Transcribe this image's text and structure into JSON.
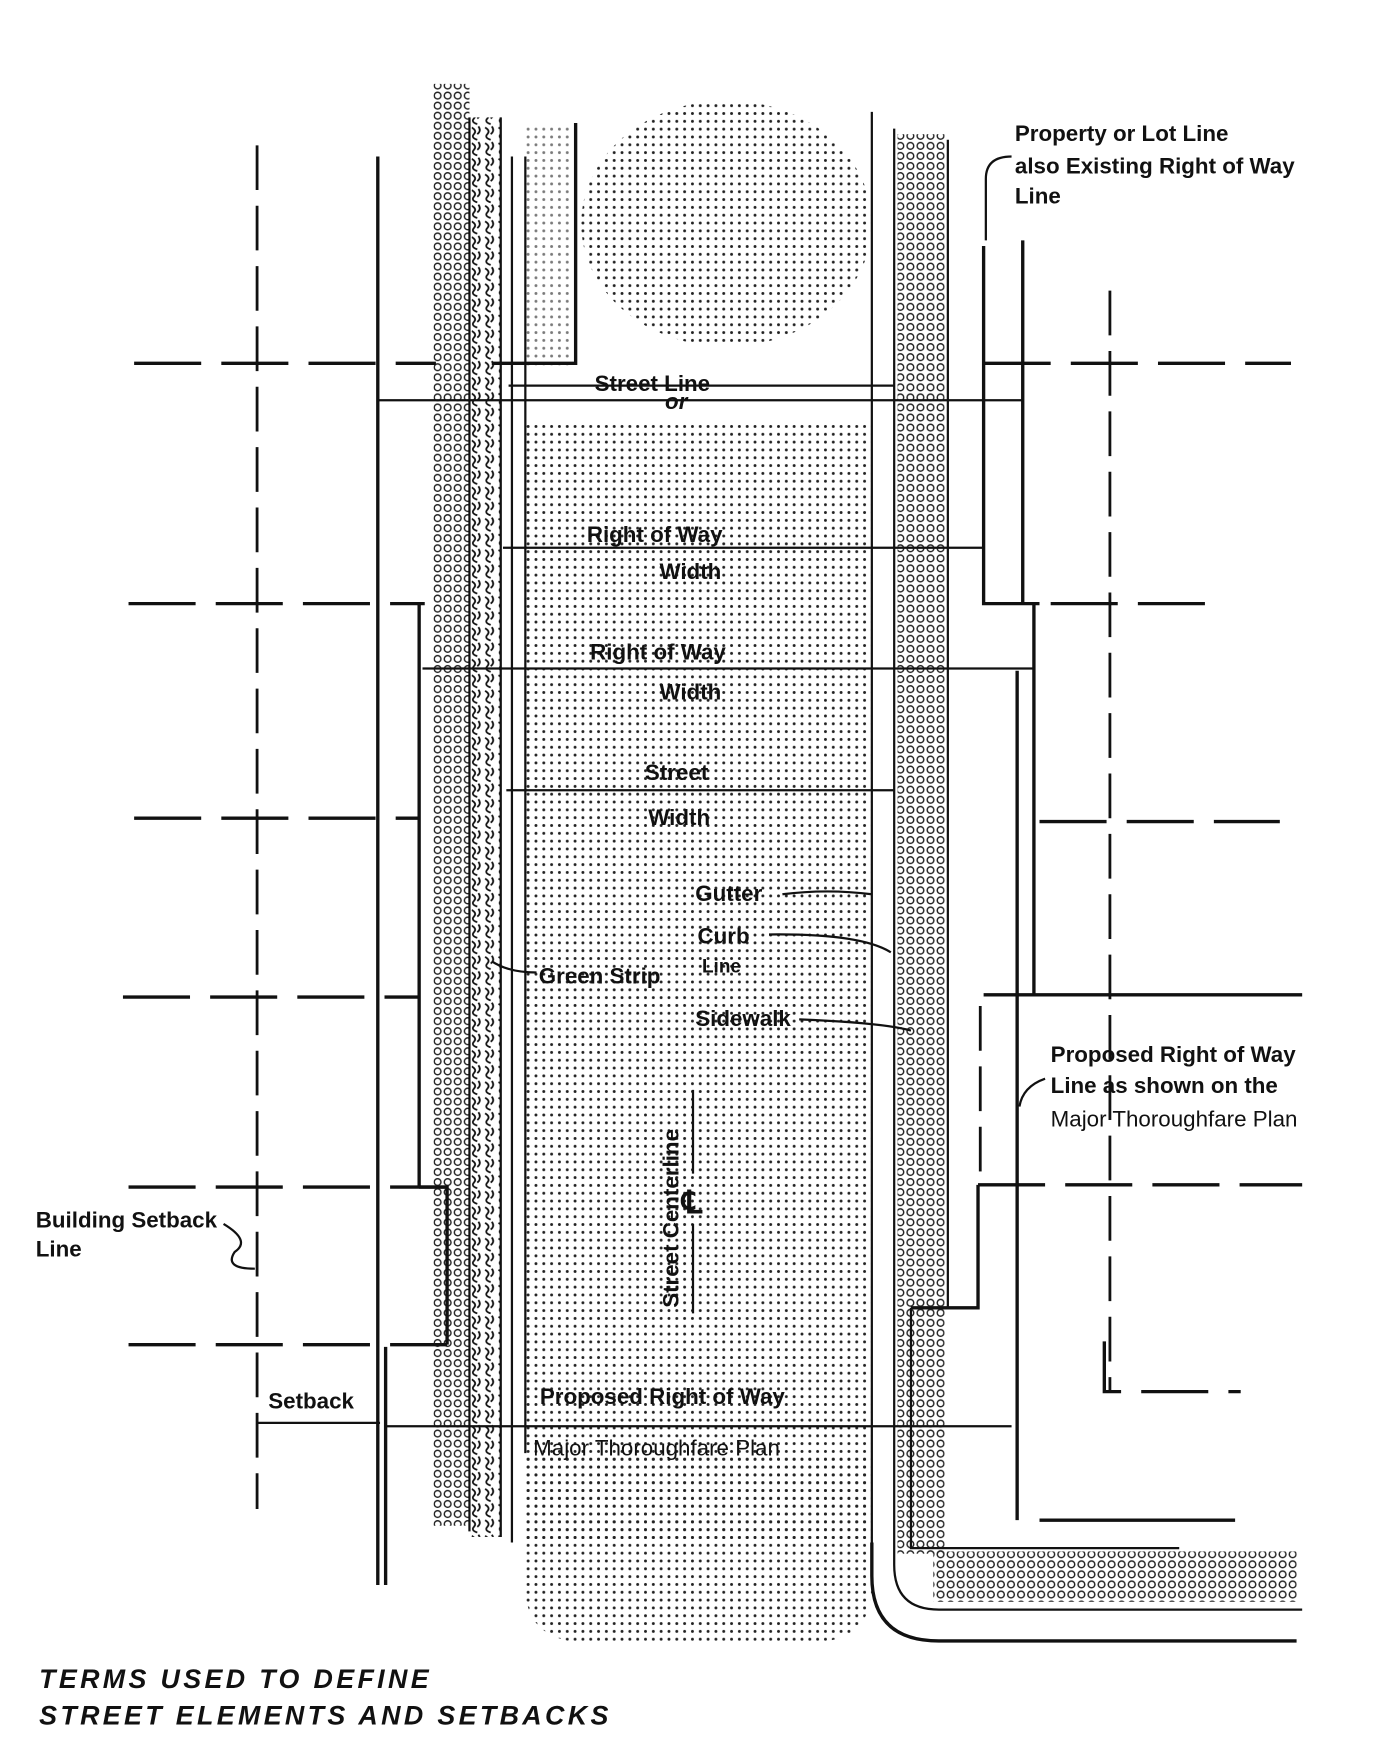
{
  "diagram": {
    "title_line1": "TERMS USED TO DEFINE",
    "title_line2": "STREET ELEMENTS AND SETBACKS",
    "labels": {
      "street_line": "Street Line",
      "or": "or",
      "row_width_1_top": "Right of Way",
      "row_width_1_bottom": "Width",
      "row_width_2_top": "Right of Way",
      "row_width_2_bottom": "Width",
      "street_width_top": "Street",
      "street_width_bottom": "Width",
      "gutter": "Gutter",
      "curb_line_top": "Curb",
      "curb_line_bottom": "Line",
      "sidewalk": "Sidewalk",
      "green_strip": "Green Strip",
      "street_centerline": "Street Centerline",
      "centerline_symbol": "℄",
      "property_line_1": "Property or Lot Line",
      "property_line_2": "also Existing Right of Way",
      "property_line_3": "Line",
      "proposed_line_1": "Proposed Right of Way",
      "proposed_line_2": "Line as shown on the",
      "proposed_line_3": "Major Thoroughfare Plan",
      "building_setback_1": "Building Setback",
      "building_setback_2": "Line",
      "setback": "Setback",
      "proposed_row_top": "Proposed Right of Way",
      "proposed_row_bottom": "Major Thoroughfare Plan"
    }
  }
}
